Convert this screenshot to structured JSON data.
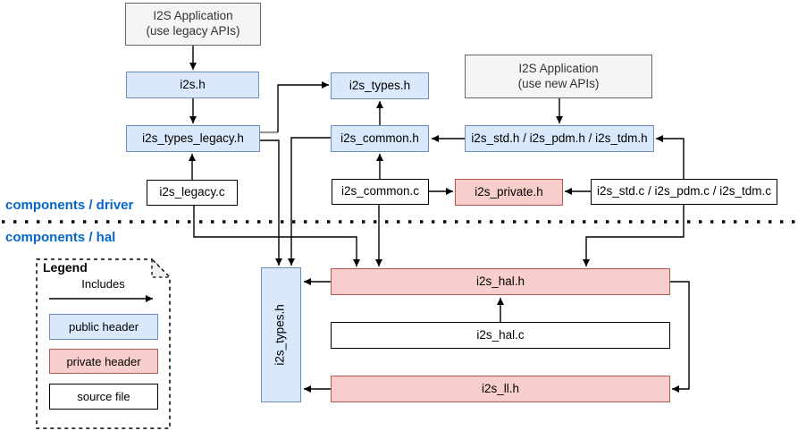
{
  "sections": {
    "driver": "components / driver",
    "hal": "components / hal"
  },
  "nodes": {
    "app_legacy_line1": "I2S Application",
    "app_legacy_line2": "(use legacy APIs)",
    "app_new_line1": "I2S Application",
    "app_new_line2": "(use new APIs)",
    "i2s_h": "i2s.h",
    "i2s_types_h_driver": "i2s_types.h",
    "i2s_types_legacy_h": "i2s_types_legacy.h",
    "i2s_common_h": "i2s_common.h",
    "i2s_std_h": "i2s_std.h / i2s_pdm.h / i2s_tdm.h",
    "i2s_legacy_c": "i2s_legacy.c",
    "i2s_common_c": "i2s_common.c",
    "i2s_private_h": "i2s_private.h",
    "i2s_std_c": "i2s_std.c / i2s_pdm.c / i2s_tdm.c",
    "i2s_types_h_hal": "i2s_types.h",
    "i2s_hal_h": "i2s_hal.h",
    "i2s_hal_c": "i2s_hal.c",
    "i2s_ll_h": "i2s_ll.h"
  },
  "legend": {
    "title": "Legend",
    "includes": "Includes",
    "public_header": "public header",
    "private_header": "private header",
    "source_file": "source file"
  },
  "colors": {
    "public_header_fill": "#dae8fc",
    "public_header_border": "#6c8ebf",
    "private_header_fill": "#f8cecc",
    "private_header_border": "#b85450",
    "application_fill": "#f5f5f5",
    "application_border": "#666666",
    "source_file_fill": "#ffffff",
    "source_file_border": "#000000",
    "section_label_text": "#0666cc",
    "edge_stroke": "#000000"
  }
}
